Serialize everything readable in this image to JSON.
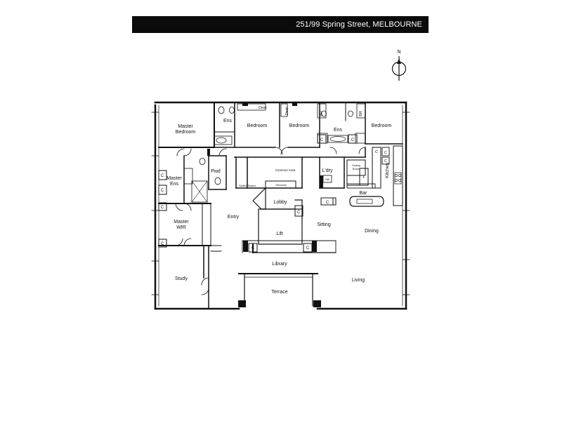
{
  "header": {
    "address": "251/99 Spring Street, MELBOURNE"
  },
  "compass": {
    "label": "N"
  },
  "rooms": {
    "master_bedroom_1": "Master",
    "master_bedroom_2": "Bedroom",
    "ens_top_left": "Ens",
    "bedroom_a": "Bedroom",
    "desk_a": "Desk",
    "desk_b": "Desk",
    "bedroom_b": "Bedroom",
    "br_a": "BR",
    "br_b": "BR",
    "ens_middle": "Ens",
    "bedroom_c": "Bedroom",
    "master_ens_1": "Master",
    "master_ens_2": "Ens",
    "pwd": "Pwd",
    "common_area": "Common Area",
    "laundry": "L'dry",
    "drying_room_1": "Drying",
    "drying_room_2": "Room",
    "kitchen": "Kitchen",
    "switch_board": "Switch Board",
    "services": "Services",
    "lobby": "Lobby",
    "bar": "Bar",
    "entry": "Entry",
    "master_wir_1": "Master",
    "master_wir_2": "WIR",
    "sitting": "Sitting",
    "dining": "Dining",
    "lift": "Lift",
    "library": "Library",
    "study": "Study",
    "living": "Living",
    "terrace": "Terrace",
    "hw": "HW",
    "f": "F"
  },
  "cupboard_label": "C"
}
